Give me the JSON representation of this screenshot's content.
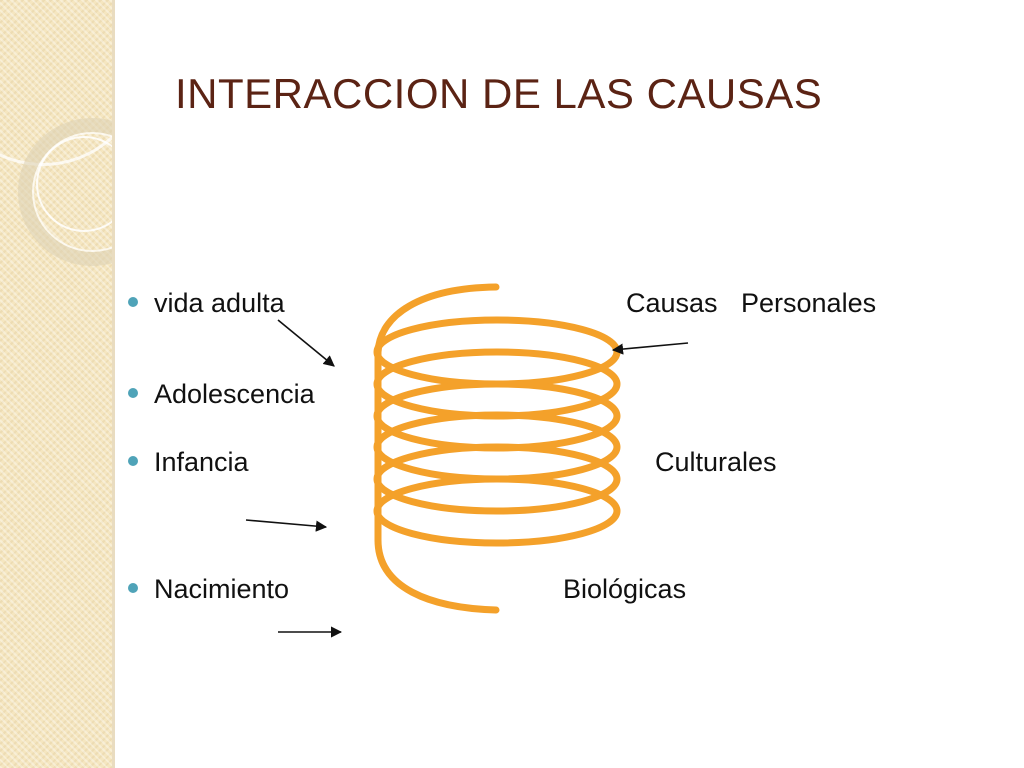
{
  "title": "INTERACCION DE LAS CAUSAS",
  "stages": [
    {
      "label": "vida adulta"
    },
    {
      "label": "Adolescencia"
    },
    {
      "label": "Infancia"
    },
    {
      "label": "Nacimiento"
    }
  ],
  "causes": {
    "causas": "Causas",
    "personales": "Personales",
    "culturales": "Culturales",
    "biologicas": "Biológicas"
  },
  "colors": {
    "title": "#5b2314",
    "spiral": "#f4a12a",
    "bullet": "#4fa3b8"
  }
}
